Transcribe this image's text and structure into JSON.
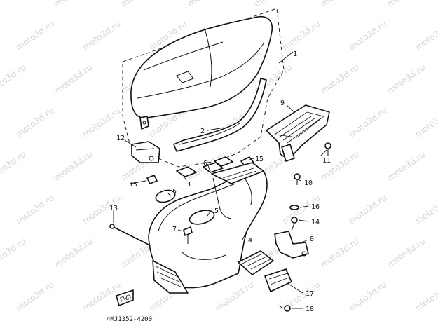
{
  "watermark": "moto3d.ru",
  "part_labels": [
    {
      "id": "1",
      "text": "1"
    },
    {
      "id": "2",
      "text": "2"
    },
    {
      "id": "3",
      "text": "3"
    },
    {
      "id": "4",
      "text": "4"
    },
    {
      "id": "5a",
      "text": "5"
    },
    {
      "id": "5b",
      "text": "5"
    },
    {
      "id": "6",
      "text": "6"
    },
    {
      "id": "7",
      "text": "7"
    },
    {
      "id": "8",
      "text": "8"
    },
    {
      "id": "9",
      "text": "9"
    },
    {
      "id": "10",
      "text": "10"
    },
    {
      "id": "11",
      "text": "11"
    },
    {
      "id": "12",
      "text": "12"
    },
    {
      "id": "13",
      "text": "13"
    },
    {
      "id": "14",
      "text": "14"
    },
    {
      "id": "15a",
      "text": "15"
    },
    {
      "id": "15b",
      "text": "15"
    },
    {
      "id": "16",
      "text": "16"
    },
    {
      "id": "17",
      "text": "17"
    },
    {
      "id": "18",
      "text": "18"
    }
  ],
  "diagram_code": "4MJ1352-4200",
  "fwd_label": "FWD"
}
